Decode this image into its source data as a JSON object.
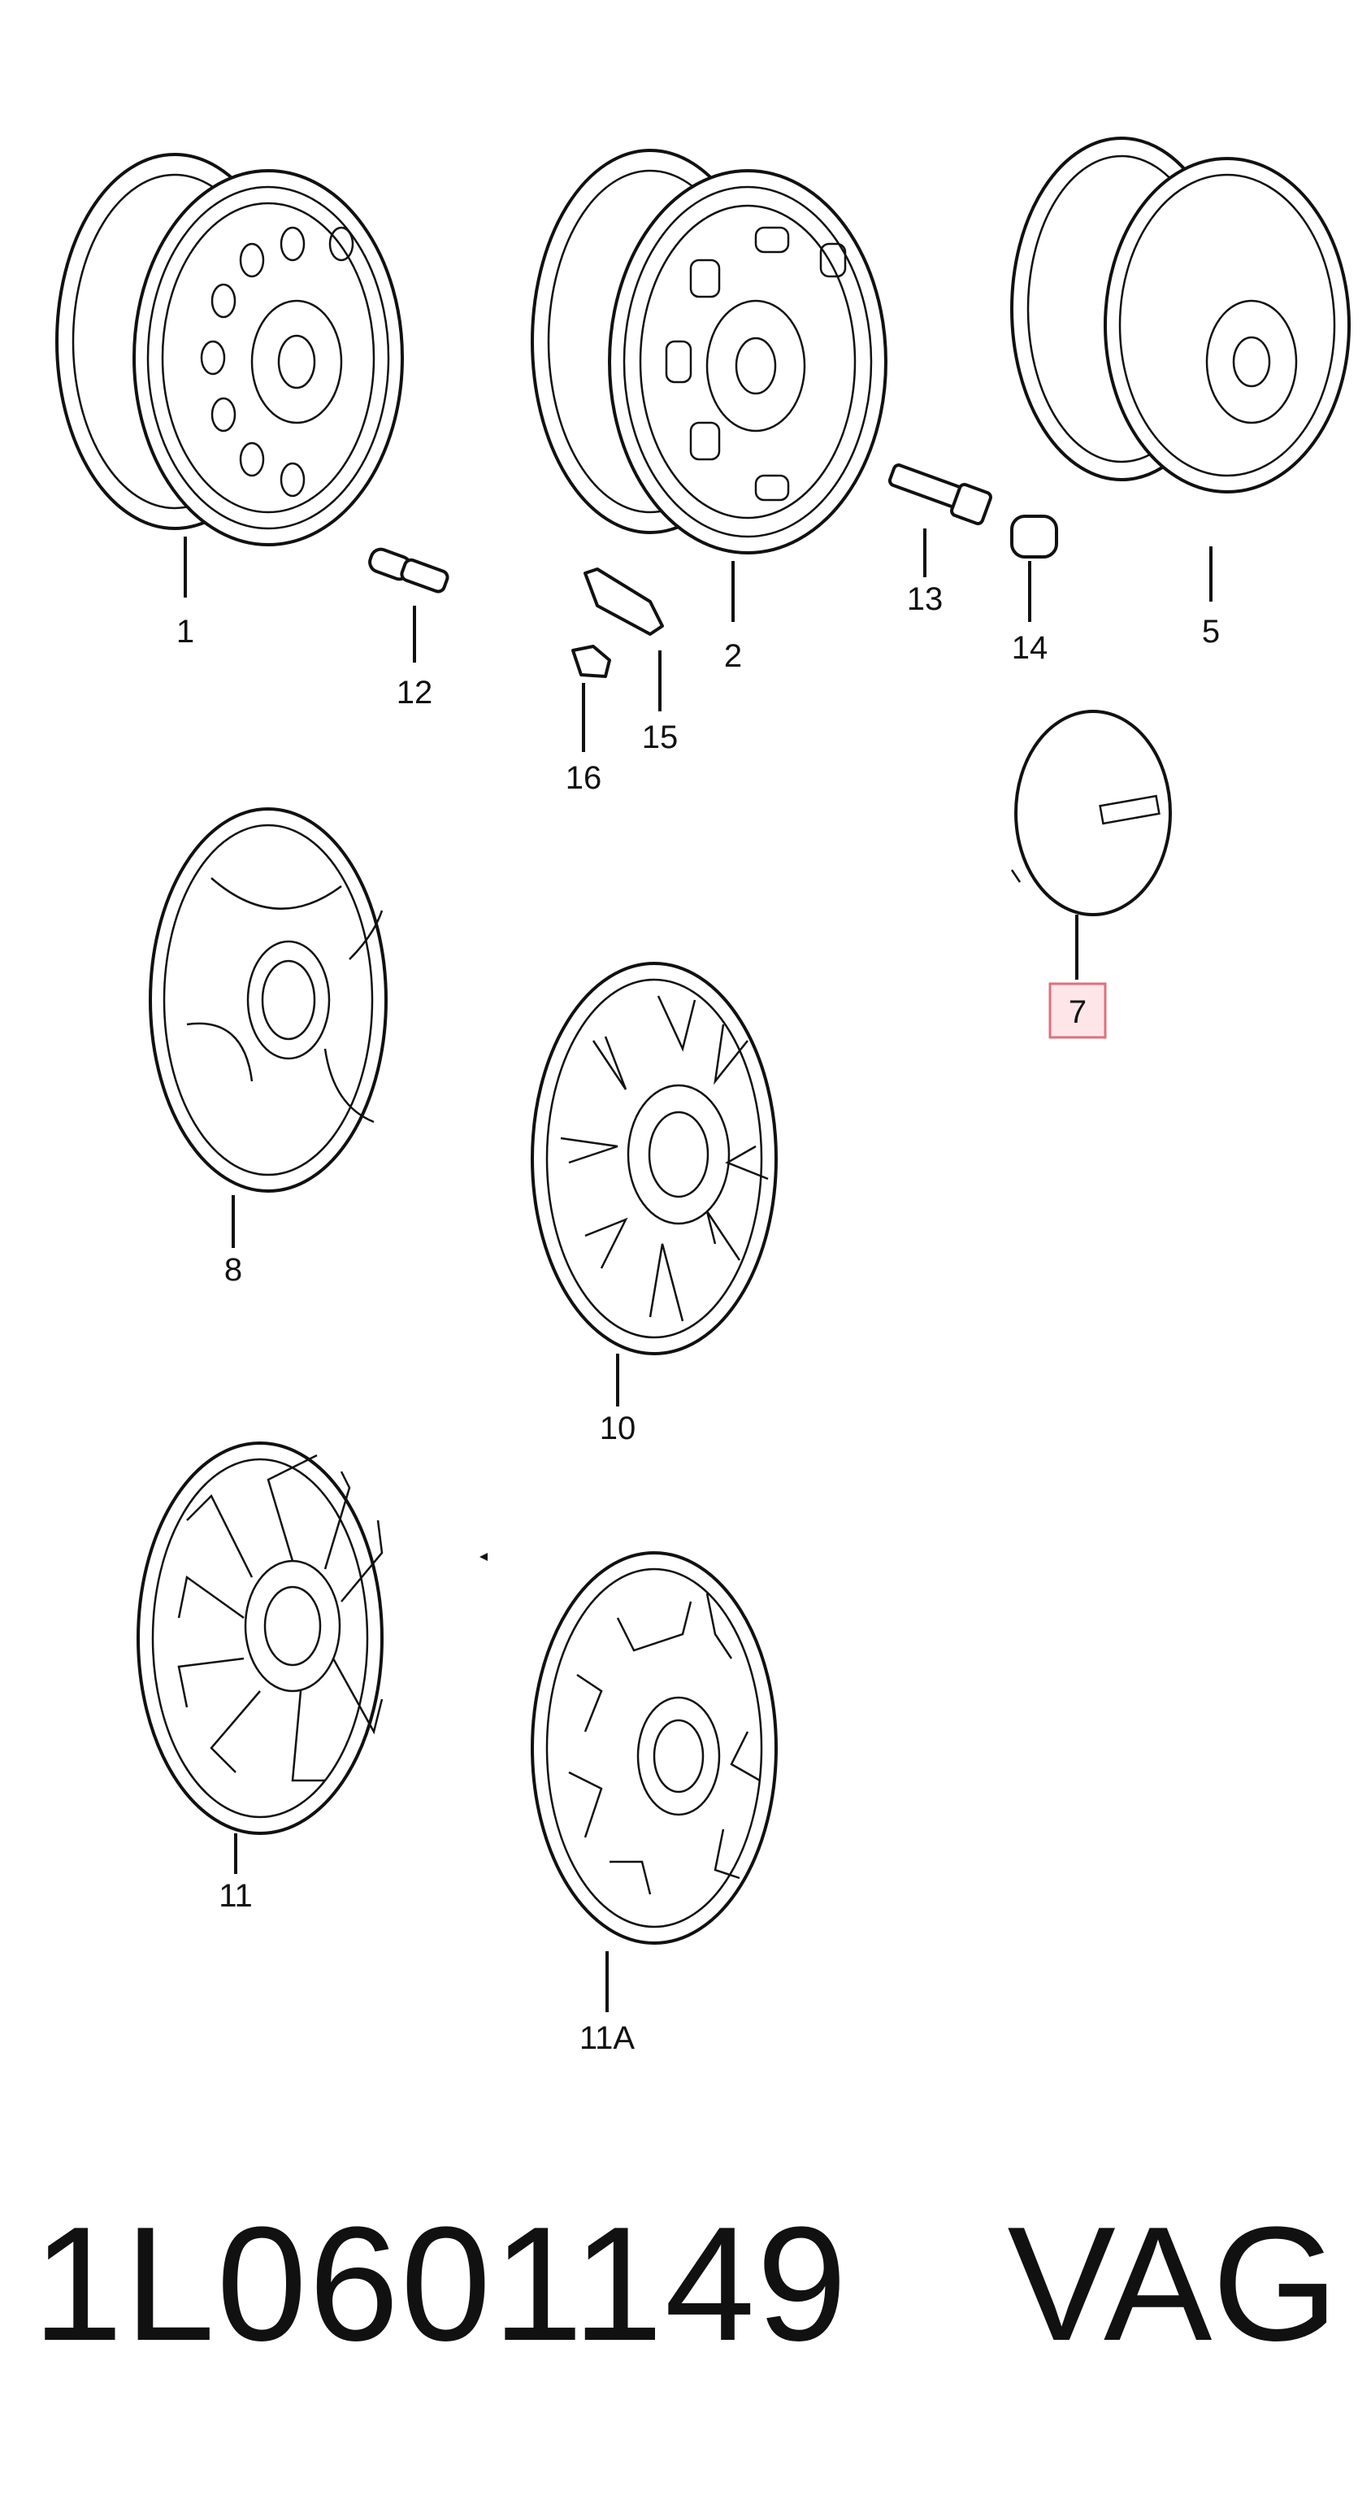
{
  "callouts": {
    "c1": "1",
    "c2": "2",
    "c5": "5",
    "c7": "7",
    "c8": "8",
    "c10": "10",
    "c11": "11",
    "c11a": "11A",
    "c12": "12",
    "c13": "13",
    "c14": "14",
    "c15": "15",
    "c16": "16"
  },
  "footer": {
    "part_number": "1L0601149",
    "brand": "VAG"
  },
  "highlight": {
    "callout": "7",
    "fill": "#fde5e8",
    "border": "#e0707d"
  }
}
